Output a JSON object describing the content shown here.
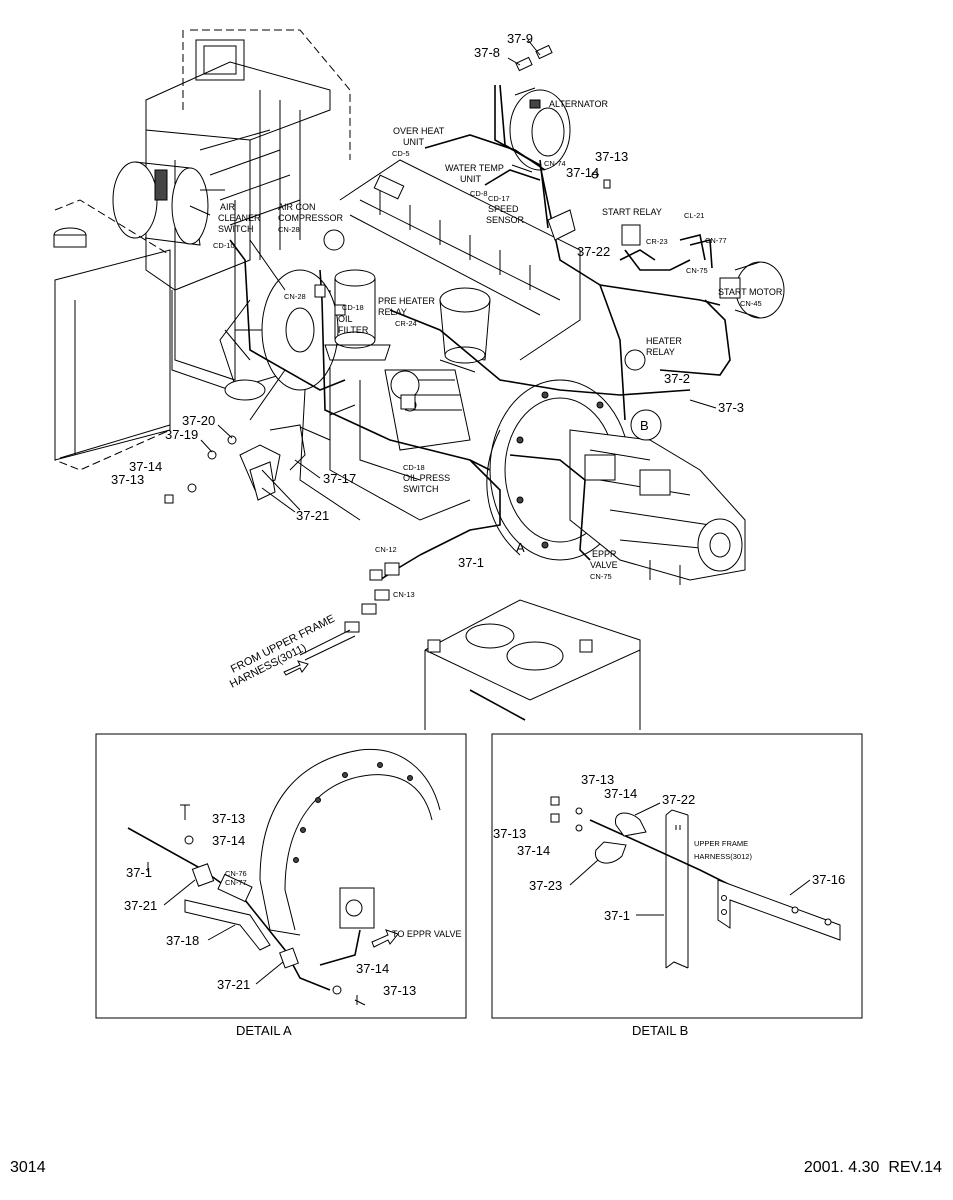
{
  "component_labels": {
    "alternator": "ALTERNATOR",
    "over_heat_unit_1": "OVER HEAT",
    "over_heat_unit_2": "UNIT",
    "cd5": "CD-5",
    "water_temp_unit_1": "WATER TEMP",
    "water_temp_unit_2": "UNIT",
    "cd8": "CD-8",
    "cn74": "CN-74",
    "cd17": "CD-17",
    "speed_sensor_1": "SPEED",
    "speed_sensor_2": "SENSOR",
    "start_relay": "START RELAY",
    "cl21": "CL-21",
    "cn77": "CN-77",
    "cr23": "CR-23",
    "cn75a": "CN-75",
    "start_motor": "START MOTOR",
    "cn45": "CN-45",
    "air_cleaner_1": "AIR",
    "air_cleaner_2": "CLEANER",
    "air_cleaner_3": "SWITCH",
    "cd10": "CD-10",
    "aircon_1": "AIR CON",
    "aircon_2": "COMPRESSOR",
    "cn28": "CN-28",
    "cn28b": "CN-28",
    "cd18a": "CD-18",
    "oil_filter_1": "OIL",
    "oil_filter_2": "FILTER",
    "pre_heater_1": "PRE HEATER",
    "pre_heater_2": "RELAY",
    "cr24": "CR-24",
    "heater_relay_1": "HEATER",
    "heater_relay_2": "RELAY",
    "cd18b": "CD-18",
    "oil_press_1": "OIL PRESS",
    "oil_press_2": "SWITCH",
    "cn12": "CN-12",
    "cn13": "CN-13",
    "eppr_1": "EPPR",
    "eppr_2": "VALVE",
    "cn75b": "CN-75",
    "from_upper_1": "FROM UPPER FRAME",
    "from_upper_2": "HARNESS(3011)",
    "cn76": "CN-76",
    "cn77b": "CN-77",
    "to_eppr": "TO EPPR VALVE",
    "upper_frame_1": "UPPER FRAME",
    "upper_frame_2": "HARNESS(3012)"
  },
  "callouts": {
    "c37_9": "37-9",
    "c37_8": "37-8",
    "c37_13a": "37-13",
    "c37_14a": "37-14",
    "c37_22a": "37-22",
    "c37_2": "37-2",
    "c37_3": "37-3",
    "c37_20": "37-20",
    "c37_19": "37-19",
    "c37_14b": "37-14",
    "c37_13b": "37-13",
    "c37_17": "37-17",
    "c37_21a": "37-21",
    "c37_1a": "37-1",
    "view_a": "A",
    "view_b": "B"
  },
  "detail_a": {
    "caption": "DETAIL A",
    "c37_13a": "37-13",
    "c37_14a": "37-14",
    "c37_1": "37-1",
    "c37_21a": "37-21",
    "c37_18": "37-18",
    "c37_21b": "37-21",
    "c37_14b": "37-14",
    "c37_13b": "37-13"
  },
  "detail_b": {
    "caption": "DETAIL B",
    "c37_13a": "37-13",
    "c37_14a": "37-14",
    "c37_22": "37-22",
    "c37_13b": "37-13",
    "c37_14b": "37-14",
    "c37_23": "37-23",
    "c37_16": "37-16",
    "c37_1": "37-1"
  },
  "footer": {
    "page_number": "3014",
    "revision": "2001. 4.30  REV.14"
  }
}
